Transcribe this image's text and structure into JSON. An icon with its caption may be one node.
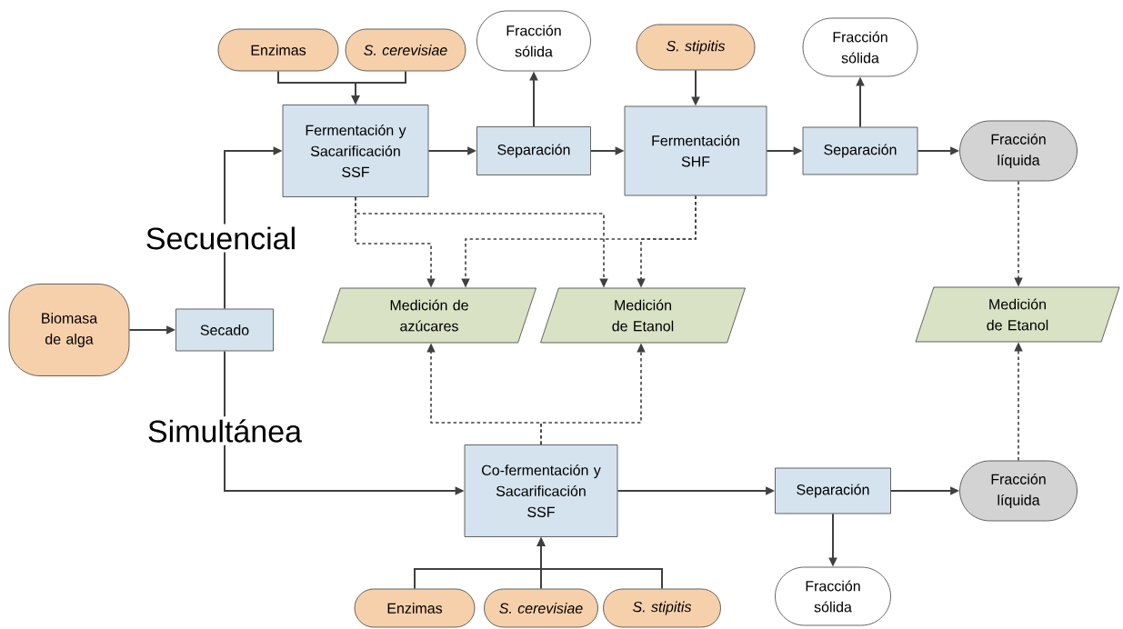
{
  "diagram": {
    "nodes": [
      {
        "text": [
          "Enzimas"
        ]
      },
      {
        "text": [
          "S. cerevisiae"
        ]
      },
      {
        "text": [
          "Fracción sólida"
        ]
      },
      {
        "text": [
          "S. stipitis"
        ]
      },
      {
        "text": [
          "Fracción sólida"
        ]
      },
      {
        "text": [
          "Fermentación y Sacarificación SSF"
        ]
      },
      {
        "text": [
          "Separación"
        ]
      },
      {
        "text": [
          "Fermentación SHF"
        ]
      },
      {
        "text": [
          "Separación"
        ]
      },
      {
        "text": [
          "Fracción líquida"
        ]
      },
      {
        "text": [
          "Biomasa de alga"
        ]
      },
      {
        "text": [
          "Secado"
        ]
      },
      {
        "text": [
          "Medición de azúcares"
        ]
      },
      {
        "text": [
          "Medición de Etanol"
        ]
      },
      {
        "text": [
          "Medición de Etanol"
        ]
      },
      {
        "text": [
          "Co-fermentación y Sacarificación SSF"
        ]
      },
      {
        "text": [
          "Separación"
        ]
      },
      {
        "text": [
          "Fracción líquida"
        ]
      },
      {
        "text": [
          "Fracción sólida"
        ]
      },
      {
        "text": [
          "Enzimas"
        ]
      },
      {
        "text": [
          "S. cerevisiae"
        ]
      },
      {
        "text": [
          "S. stipitis"
        ]
      }
    ],
    "edges": [
      {
        "from": 0,
        "to": 5,
        "arrow": "to"
      },
      {
        "from": 1,
        "to": 5,
        "arrow": "to"
      },
      {
        "from": 5,
        "to": 6,
        "arrow": "to"
      },
      {
        "from": 6,
        "to": 2,
        "arrow": "to"
      },
      {
        "from": 6,
        "to": 7,
        "arrow": "to"
      },
      {
        "from": 3,
        "to": 7,
        "arrow": "to"
      },
      {
        "from": 7,
        "to": 8,
        "arrow": "to"
      },
      {
        "from": 8,
        "to": 4,
        "arrow": "to"
      },
      {
        "from": 8,
        "to": 9,
        "arrow": "to"
      },
      {
        "from": 10,
        "to": 11,
        "arrow": "to"
      },
      {
        "from": 11,
        "to": 5,
        "arrow": "to"
      },
      {
        "from": 11,
        "to": 15,
        "arrow": "to"
      },
      {
        "from": 5,
        "to": 12,
        "arrow": "to",
        "style": "dashed"
      },
      {
        "from": 5,
        "to": 13,
        "arrow": "to",
        "style": "dashed"
      },
      {
        "from": 7,
        "to": 12,
        "arrow": "to",
        "style": "dashed"
      },
      {
        "from": 7,
        "to": 13,
        "arrow": "to",
        "style": "dashed"
      },
      {
        "from": 15,
        "to": 12,
        "arrow": "to",
        "style": "dashed"
      },
      {
        "from": 15,
        "to": 13,
        "arrow": "to",
        "style": "dashed"
      },
      {
        "from": 9,
        "to": 14,
        "arrow": "to",
        "style": "dashed"
      },
      {
        "from": 15,
        "to": 16,
        "arrow": "to"
      },
      {
        "from": 16,
        "to": 17,
        "arrow": "to"
      },
      {
        "from": 16,
        "to": 18,
        "arrow": "to"
      },
      {
        "from": 17,
        "to": 14,
        "arrow": "to",
        "style": "dashed"
      },
      {
        "from": 19,
        "to": 15,
        "arrow": "to"
      },
      {
        "from": 20,
        "to": 15,
        "arrow": "to"
      },
      {
        "from": 21,
        "to": 15,
        "arrow": "to"
      }
    ],
    "labels": [
      "Secuencial",
      "Simultánea"
    ]
  }
}
